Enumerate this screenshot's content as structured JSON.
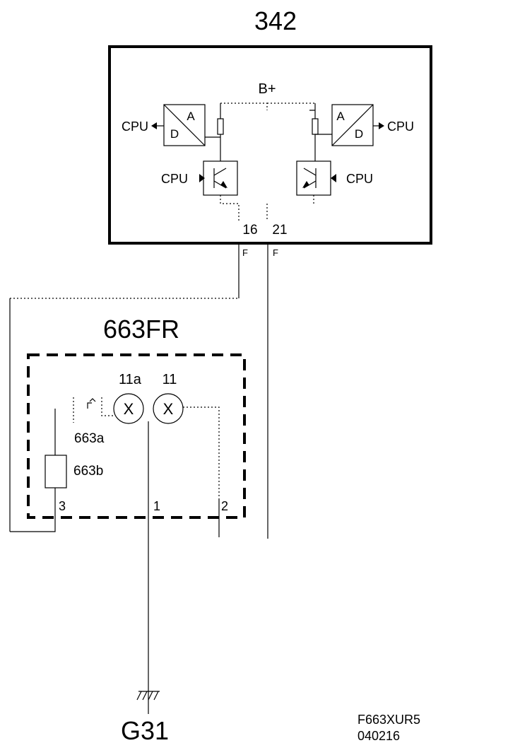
{
  "component_342": {
    "id": "342",
    "supply": "B+",
    "adc_left": {
      "a": "A",
      "d": "D",
      "cpu": "CPU"
    },
    "adc_right": {
      "a": "A",
      "d": "D",
      "cpu": "CPU"
    },
    "driver_left_cpu": "CPU",
    "driver_right_cpu": "CPU",
    "pin_16": "16",
    "pin_21": "21",
    "wire_mark_16": "F",
    "wire_mark_21": "F"
  },
  "component_663fr": {
    "id": "663FR",
    "lamp_11a": "11a",
    "lamp_11": "11",
    "lamp_symbol": "X",
    "switch_663a": "663a",
    "part_663b": "663b",
    "pin_3": "3",
    "pin_1": "1",
    "pin_2": "2"
  },
  "ground": {
    "id": "G31"
  },
  "footer": {
    "code": "F663XUR5",
    "date": "040216"
  }
}
